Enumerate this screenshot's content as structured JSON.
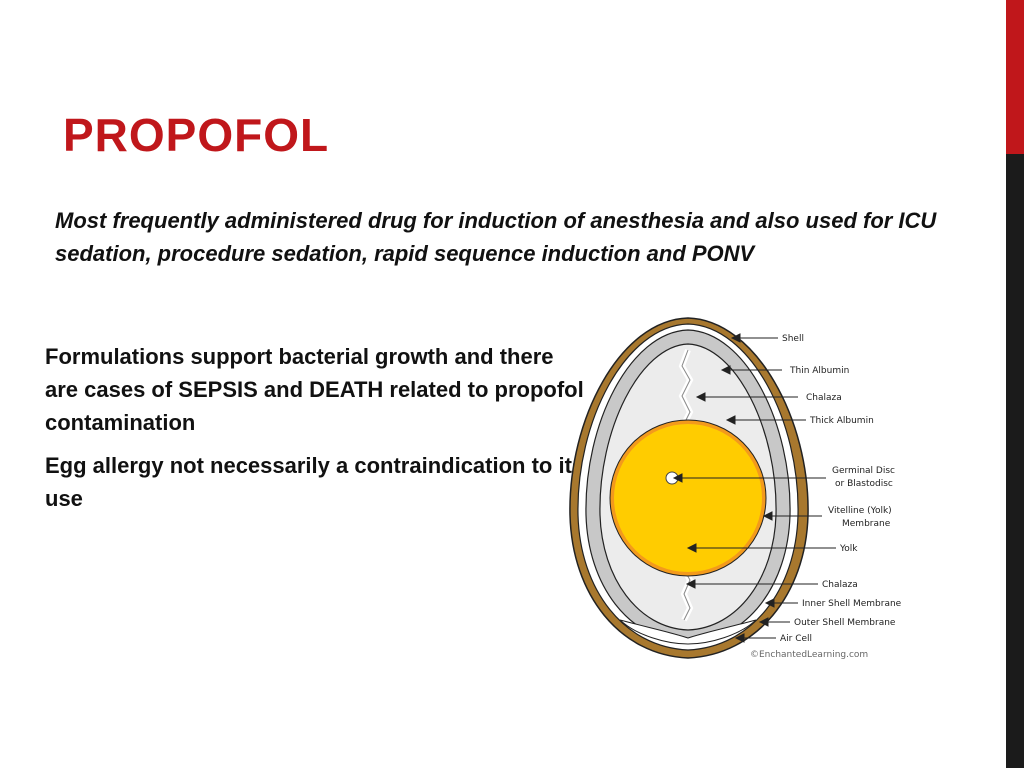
{
  "slide": {
    "title": "PROPOFOL",
    "intro": "Most frequently administered drug for induction of anesthesia and also used for ICU sedation, procedure sedation, rapid sequence induction and PONV",
    "bullets": [
      "Formulations support bacterial growth and there are cases of SEPSIS and DEATH related to propofol contamination",
      "Egg allergy not necessarily a contraindication to its use"
    ],
    "accent_colors": {
      "title": "#c0171b",
      "bar_top": "#c0171b",
      "bar_bottom": "#1b1b1b"
    }
  },
  "diagram": {
    "labels": {
      "shell": "Shell",
      "thin_albumin": "Thin Albumin",
      "chalaza_top": "Chalaza",
      "thick_albumin": "Thick Albumin",
      "germinal_disc_1": "Germinal Disc",
      "germinal_disc_2": "or Blastodisc",
      "vitelline_1": "Vitelline (Yolk)",
      "vitelline_2": "Membrane",
      "yolk": "Yolk",
      "chalaza_bottom": "Chalaza",
      "inner_shell_membrane": "Inner Shell Membrane",
      "outer_shell_membrane": "Outer Shell Membrane",
      "air_cell": "Air Cell",
      "credit": "©EnchantedLearning.com"
    },
    "colors": {
      "shell": "#a8782e",
      "albumin": "#c8c8c8",
      "yolk": "#ffcc00",
      "yolk_ring": "#f39a1c"
    }
  }
}
